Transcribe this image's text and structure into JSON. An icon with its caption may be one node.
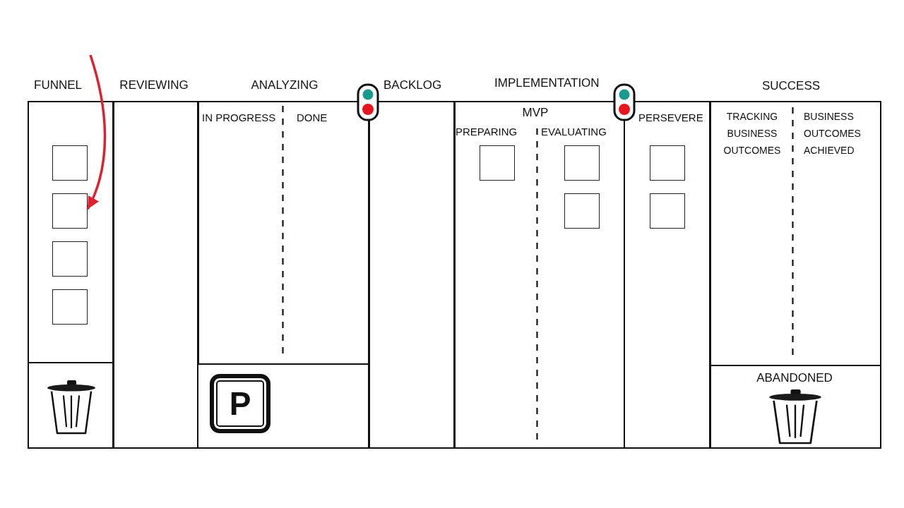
{
  "diagram": {
    "nodes": [
      {
        "text": [
          "FUNNEL"
        ]
      },
      {
        "text": [],
        "shape": "box",
        "in": 0
      },
      {
        "text": [],
        "shape": "box",
        "in": 0
      },
      {
        "text": [],
        "shape": "box",
        "in": 0
      },
      {
        "text": [],
        "shape": "box",
        "in": 0
      },
      {
        "text": [],
        "shape": "box",
        "in": 0
      },
      {
        "text": [
          "REVIEWING"
        ]
      },
      {
        "text": [
          "ANALYZING",
          "IN PROGRESS",
          "DONE"
        ]
      },
      {
        "text": [],
        "shape": "box",
        "in": 7
      },
      {
        "text": [
          "P"
        ],
        "in": 8
      },
      {
        "text": [
          "BACKLOG"
        ]
      },
      {
        "text": [
          "IMPLEMENTATION"
        ]
      },
      {
        "text": [
          "MVP",
          "PREPARING",
          "EVALUATING"
        ],
        "in": 11
      },
      {
        "text": [],
        "shape": "box",
        "in": 12
      },
      {
        "text": [],
        "shape": "box",
        "in": 12
      },
      {
        "text": [],
        "shape": "box",
        "in": 12
      },
      {
        "text": [
          "PERSEVERE"
        ],
        "in": 11
      },
      {
        "text": [],
        "shape": "box",
        "in": 16
      },
      {
        "text": [],
        "shape": "box",
        "in": 16
      },
      {
        "text": [
          "SUCCESS",
          "TRACKING BUSINESS OUTCOMES",
          "BUSINESS OUTCOMES ACHIEVED"
        ]
      },
      {
        "text": [
          "ABANDONED"
        ],
        "in": 19
      }
    ],
    "edges": [
      {
        "from": null,
        "to": 2,
        "arrow": "to",
        "color": "#e0202e"
      }
    ]
  }
}
